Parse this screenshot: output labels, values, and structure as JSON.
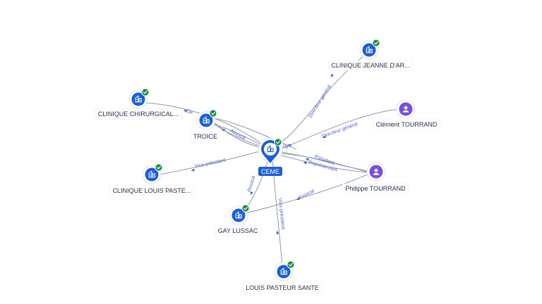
{
  "nodes": [
    {
      "id": "ceme",
      "label": "CEME",
      "kind": "company",
      "verified": true,
      "center": true
    },
    {
      "id": "clinique-jeanne",
      "label": "CLINIQUE JEANNE D'AR...",
      "kind": "company",
      "verified": true
    },
    {
      "id": "clinique-chir",
      "label": "CLINIQUE CHIRURGICAL...",
      "kind": "company",
      "verified": true
    },
    {
      "id": "troice",
      "label": "TROICE",
      "kind": "company",
      "verified": true
    },
    {
      "id": "clinique-louis",
      "label": "CLINIQUE LOUIS PASTE...",
      "kind": "company",
      "verified": true
    },
    {
      "id": "gay-lussac",
      "label": "GAY LUSSAC",
      "kind": "company",
      "verified": true
    },
    {
      "id": "louis-pasteur-sante",
      "label": "LOUIS PASTEUR SANTE",
      "kind": "company",
      "verified": true
    },
    {
      "id": "clement",
      "label": "Clément TOURRAND",
      "kind": "person",
      "verified": false
    },
    {
      "id": "philippe",
      "label": "Philippe TOURRAND",
      "kind": "person",
      "verified": false
    }
  ],
  "edges": [
    {
      "label": "Directeur général"
    },
    {
      "label": "Dir"
    },
    {
      "label": "Associé"
    },
    {
      "label": "Vice-président"
    },
    {
      "label": "Associé"
    },
    {
      "label": "Vice-président"
    },
    {
      "label": "Directeur général"
    },
    {
      "label": "Président"
    },
    {
      "label": "Représentant"
    },
    {
      "label": "Associé"
    },
    {
      "label": "Dir"
    }
  ],
  "colors": {
    "company": "#1b5fd9",
    "person": "#7a4fd8",
    "verified": "#1e8a44",
    "edge_label": "#4f5fc7",
    "edge": "#8e99ab"
  },
  "icons": {
    "company": "building-icon",
    "person": "user-icon",
    "verified": "check-badge-icon"
  }
}
